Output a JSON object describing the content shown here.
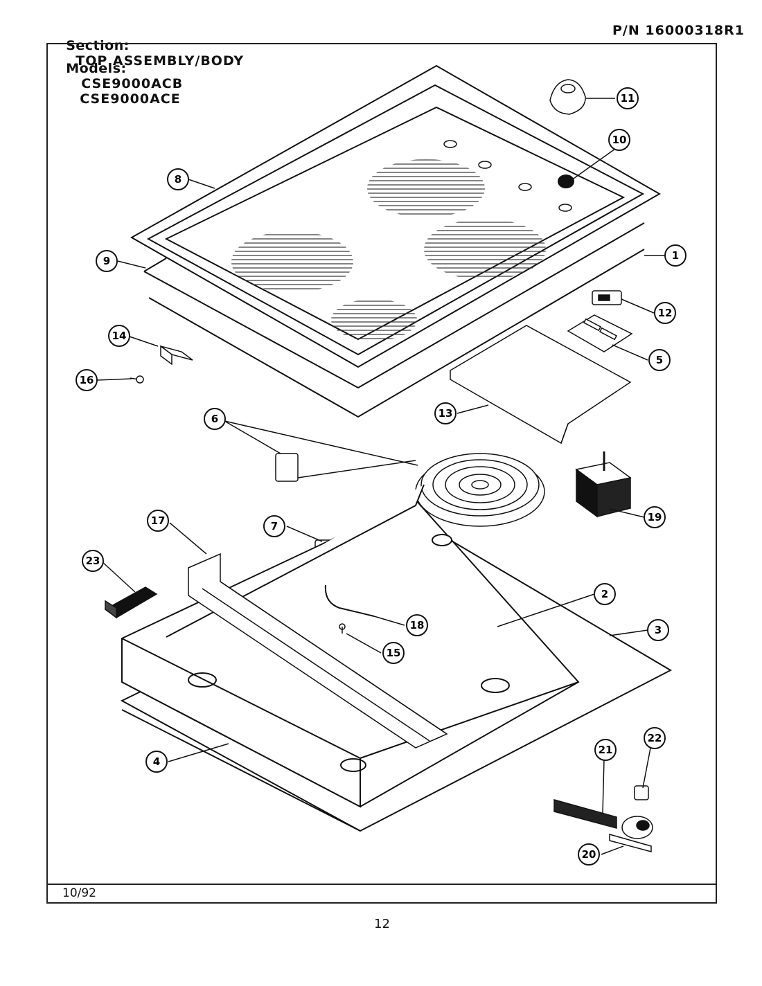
{
  "header": {
    "section_label": "Section:",
    "section_value": "TOP ASSEMBLY/BODY",
    "part_number": "P/N 16000318R1",
    "models_label": "Models:",
    "model_1": "CSE9000ACB",
    "model_2": "CSE9000ACE"
  },
  "footer": {
    "date": "10/92",
    "page_number": "12"
  },
  "callouts": [
    {
      "id": "c1",
      "label": "1"
    },
    {
      "id": "c2",
      "label": "2"
    },
    {
      "id": "c3",
      "label": "3"
    },
    {
      "id": "c4",
      "label": "4"
    },
    {
      "id": "c5",
      "label": "5"
    },
    {
      "id": "c6",
      "label": "6"
    },
    {
      "id": "c7",
      "label": "7"
    },
    {
      "id": "c8",
      "label": "8"
    },
    {
      "id": "c9",
      "label": "9"
    },
    {
      "id": "c10",
      "label": "10"
    },
    {
      "id": "c11",
      "label": "11"
    },
    {
      "id": "c12",
      "label": "12"
    },
    {
      "id": "c13",
      "label": "13"
    },
    {
      "id": "c14",
      "label": "14"
    },
    {
      "id": "c15",
      "label": "15"
    },
    {
      "id": "c16",
      "label": "16"
    },
    {
      "id": "c17",
      "label": "17"
    },
    {
      "id": "c18",
      "label": "18"
    },
    {
      "id": "c19",
      "label": "19"
    },
    {
      "id": "c20",
      "label": "20"
    },
    {
      "id": "c21",
      "label": "21"
    },
    {
      "id": "c22",
      "label": "22"
    },
    {
      "id": "c23",
      "label": "23"
    }
  ]
}
